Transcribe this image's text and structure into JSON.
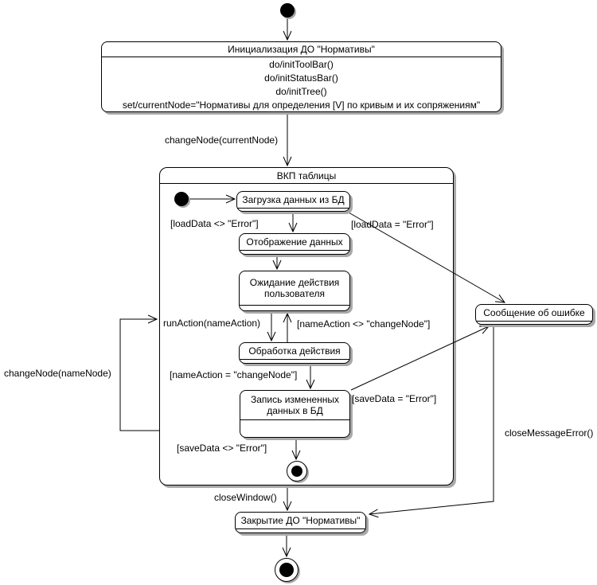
{
  "colors": {
    "line": "#000000",
    "fill": "#ffffff",
    "shadow": "#a8a8a8",
    "background": "#ffffff"
  },
  "init_state": {
    "title": "Инициализация ДО \"Нормативы\"",
    "actions": [
      "do/initToolBar()",
      "do/initStatusBar()",
      "do/initTree()",
      "set/currentNode=\"Нормативы для определения [V] по кривым и их сопряжениям\""
    ]
  },
  "composite": {
    "title": "ВКП таблицы"
  },
  "states": {
    "load": "Загрузка данных из БД",
    "display": "Отображение данных",
    "wait": "Ожидание действия пользователя",
    "process": "Обработка действия",
    "save": "Запись измененных данных в БД",
    "error": "Сообщение об ошибке",
    "close": "Закрытие ДО \"Нормативы\""
  },
  "transitions": {
    "change_node_current": "changeNode(currentNode)",
    "load_ok": "[loadData <> \"Error\"]",
    "load_error": "[loadData = \"Error\"]",
    "run_action": "runAction(nameAction)",
    "name_action_neq": "[nameAction <> \"changeNode\"]",
    "name_action_eq": "[nameAction = \"changeNode\"]",
    "save_error": "[saveData = \"Error\"]",
    "save_ok": "[saveData <> \"Error\"]",
    "change_node_name": "changeNode(nameNode)",
    "close_window": "closeWindow()",
    "close_message_error": "closeMessageError()"
  }
}
